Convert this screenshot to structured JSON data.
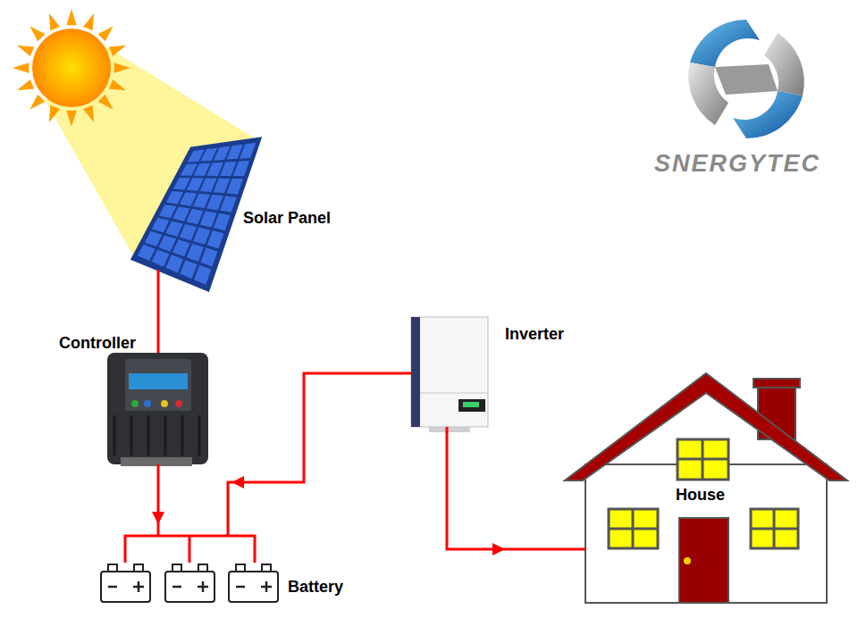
{
  "diagram": {
    "nodes": [
      {
        "text": [
          "Solar Panel"
        ]
      },
      {
        "text": [
          "Controller"
        ]
      },
      {
        "text": [
          "Battery"
        ]
      },
      {
        "text": [
          "Inverter"
        ]
      },
      {
        "text": [
          "House"
        ]
      }
    ],
    "edges": [
      {
        "from": 0,
        "to": 1,
        "arrow": "none"
      },
      {
        "from": 1,
        "to": 2,
        "arrow": "to"
      },
      {
        "from": 3,
        "to": 2,
        "arrow": "to"
      },
      {
        "from": 3,
        "to": 4,
        "arrow": "to"
      }
    ],
    "labels": [
      "SNERGYTEC"
    ]
  }
}
